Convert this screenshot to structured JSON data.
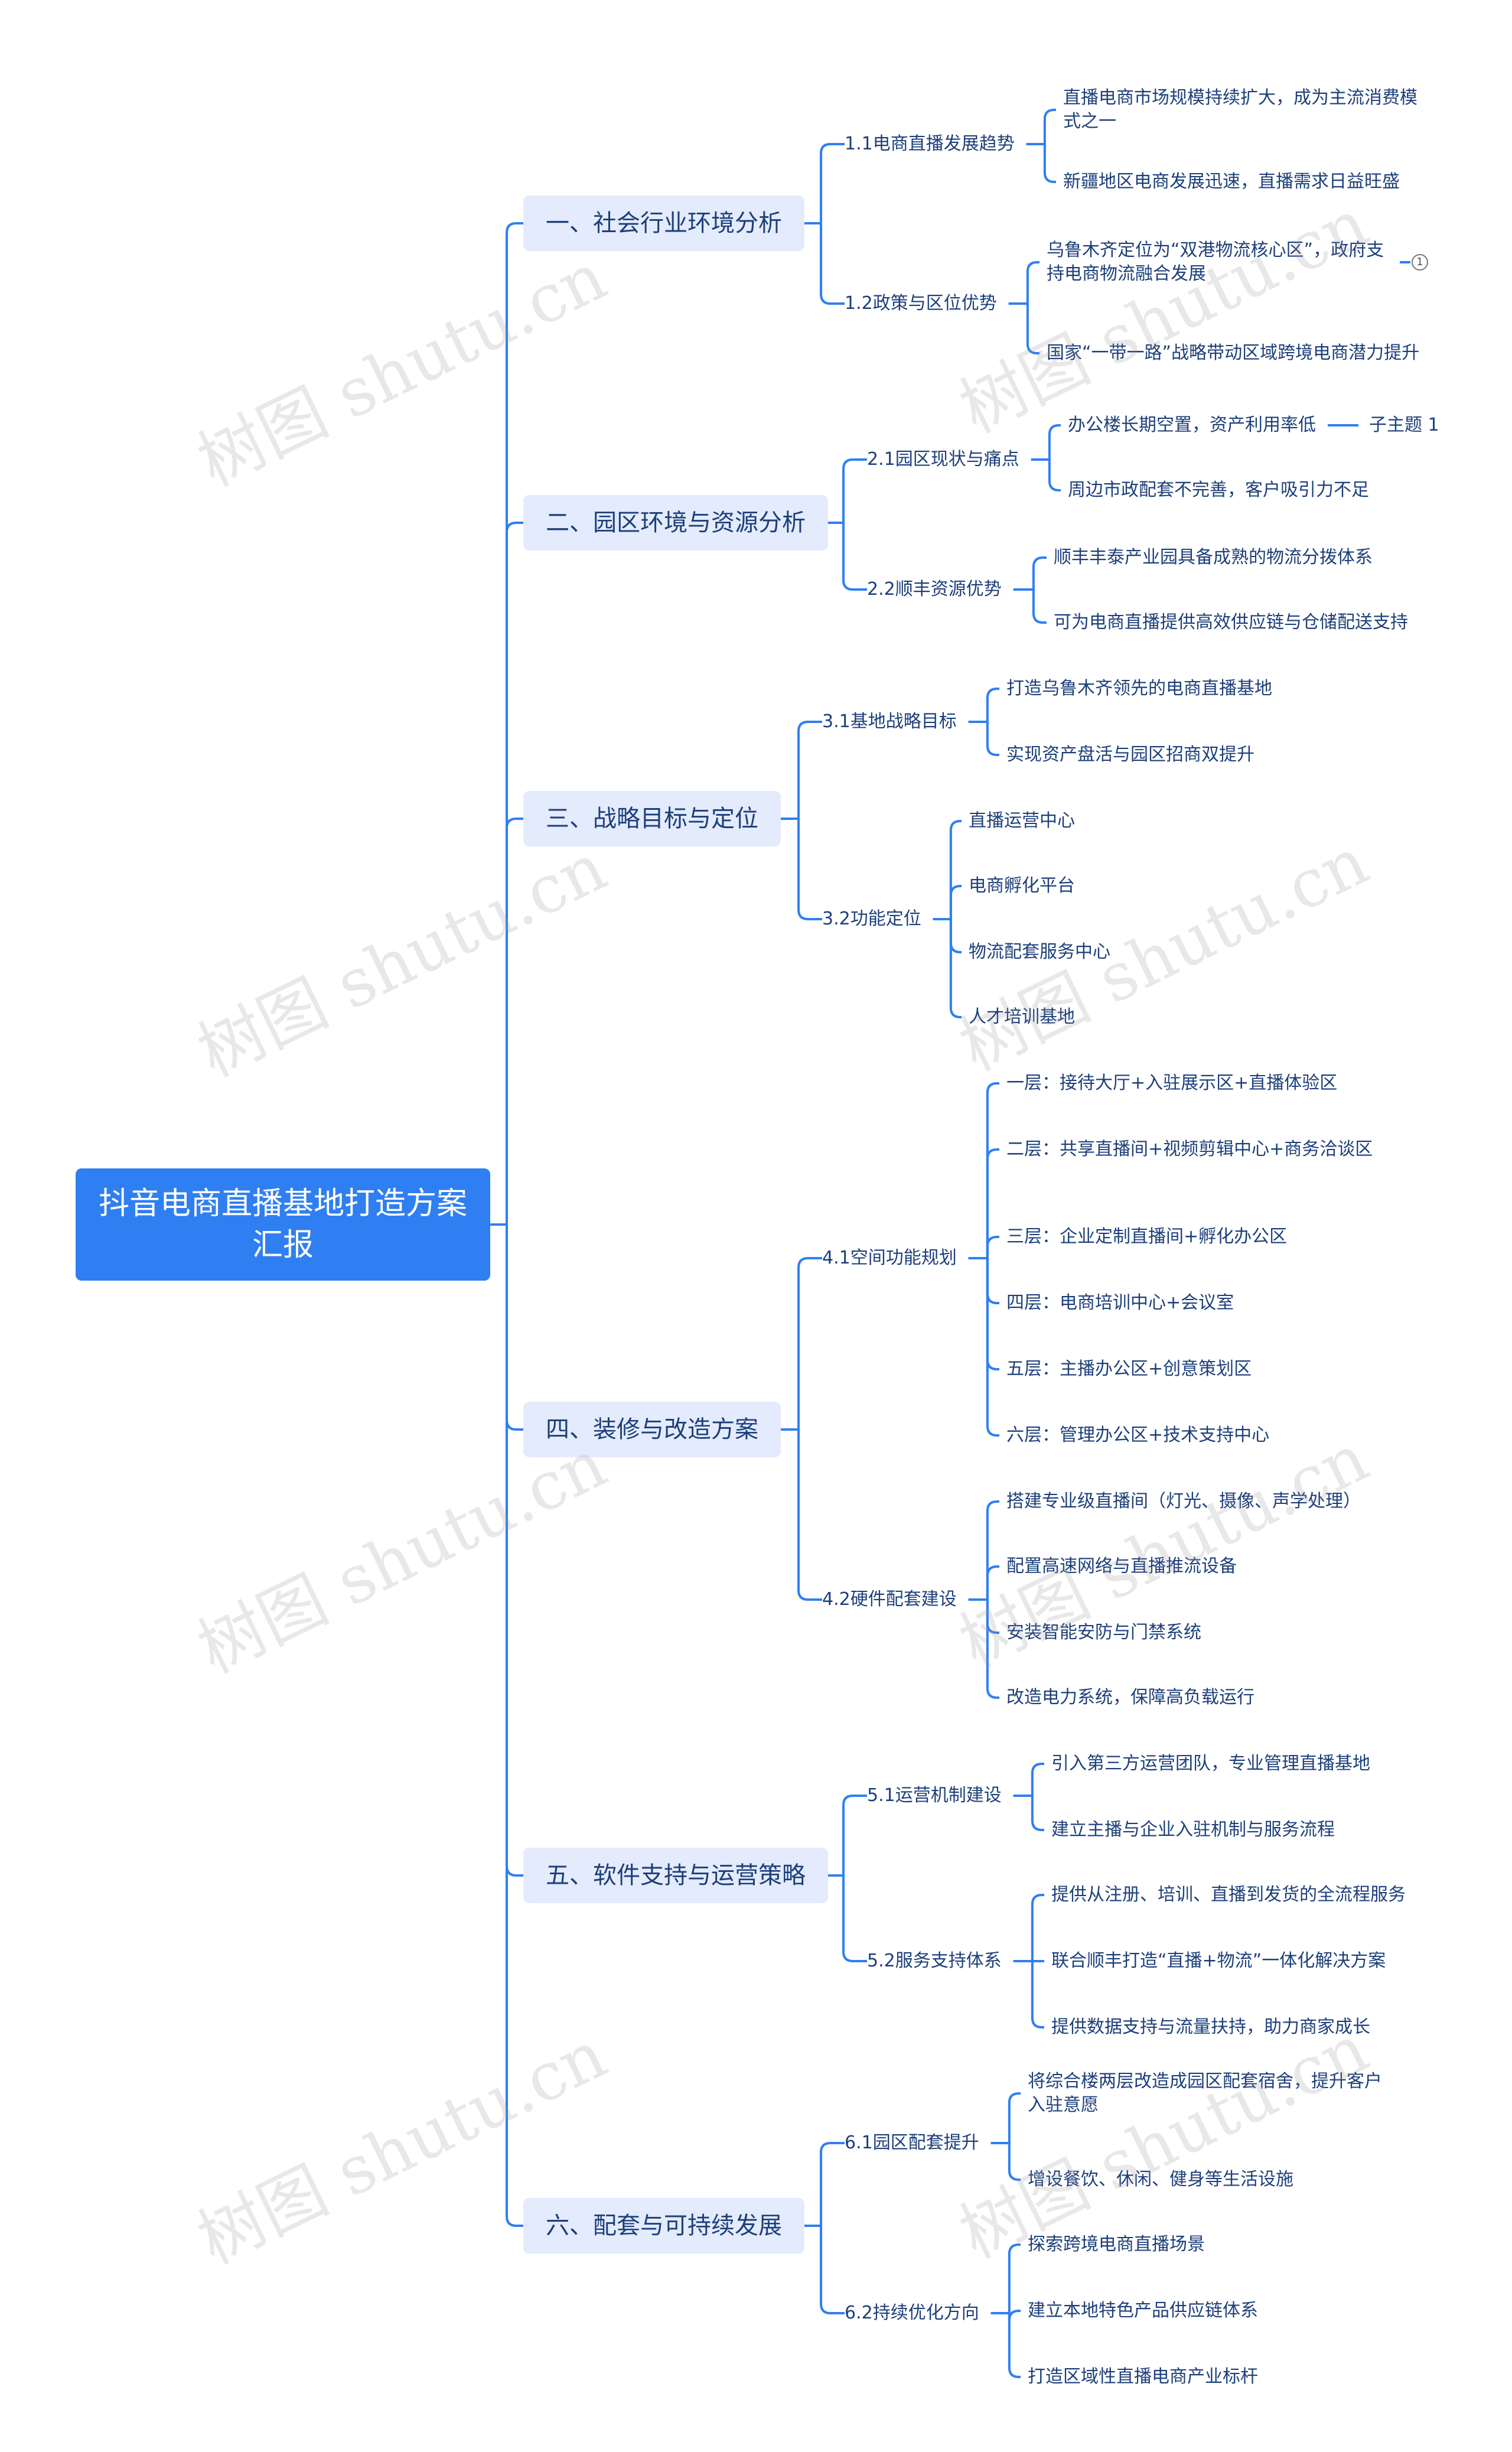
{
  "watermark": "树图 shutu.cn",
  "colors": {
    "root_bg": "#2f7ff2",
    "branch_bg": "#e3ebfc",
    "line": "#2f7ff2",
    "text": "#1d3f7a"
  },
  "root": "抖音电商直播基地打造方案汇报",
  "sections": [
    {
      "title": "一、社会行业环境分析",
      "subs": [
        {
          "title": "1.1电商直播发展趋势",
          "items": [
            {
              "text": "直播电商市场规模持续扩大，成为主流消费模式之一"
            },
            {
              "text": "新疆地区电商发展迅速，直播需求日益旺盛"
            }
          ]
        },
        {
          "title": "1.2政策与区位优势",
          "items": [
            {
              "text": "乌鲁木齐定位为“双港物流核心区”，政府支持电商物流融合发展",
              "badge": "1"
            },
            {
              "text": "国家“一带一路”战略带动区域跨境电商潜力提升"
            }
          ]
        }
      ]
    },
    {
      "title": "二、园区环境与资源分析",
      "subs": [
        {
          "title": "2.1园区现状与痛点",
          "items": [
            {
              "text": "办公楼长期空置，资产利用率低",
              "child": "子主题 1"
            },
            {
              "text": "周边市政配套不完善，客户吸引力不足"
            }
          ]
        },
        {
          "title": "2.2顺丰资源优势",
          "items": [
            {
              "text": "顺丰丰泰产业园具备成熟的物流分拨体系"
            },
            {
              "text": "可为电商直播提供高效供应链与仓储配送支持"
            }
          ]
        }
      ]
    },
    {
      "title": "三、战略目标与定位",
      "subs": [
        {
          "title": "3.1基地战略目标",
          "items": [
            {
              "text": "打造乌鲁木齐领先的电商直播基地"
            },
            {
              "text": "实现资产盘活与园区招商双提升"
            }
          ]
        },
        {
          "title": "3.2功能定位",
          "items": [
            {
              "text": "直播运营中心"
            },
            {
              "text": "电商孵化平台"
            },
            {
              "text": "物流配套服务中心"
            },
            {
              "text": "人才培训基地"
            }
          ]
        }
      ]
    },
    {
      "title": "四、装修与改造方案",
      "subs": [
        {
          "title": "4.1空间功能规划",
          "items": [
            {
              "text": "一层：接待大厅+入驻展示区+直播体验区"
            },
            {
              "text": "二层：共享直播间+视频剪辑中心+商务洽谈区"
            },
            {
              "text": "三层：企业定制直播间+孵化办公区"
            },
            {
              "text": "四层：电商培训中心+会议室"
            },
            {
              "text": "五层：主播办公区+创意策划区"
            },
            {
              "text": "六层：管理办公区+技术支持中心"
            }
          ]
        },
        {
          "title": "4.2硬件配套建设",
          "items": [
            {
              "text": "搭建专业级直播间（灯光、摄像、声学处理）"
            },
            {
              "text": "配置高速网络与直播推流设备"
            },
            {
              "text": "安装智能安防与门禁系统"
            },
            {
              "text": "改造电力系统，保障高负载运行"
            }
          ]
        }
      ]
    },
    {
      "title": "五、软件支持与运营策略",
      "subs": [
        {
          "title": "5.1运营机制建设",
          "items": [
            {
              "text": "引入第三方运营团队，专业管理直播基地"
            },
            {
              "text": "建立主播与企业入驻机制与服务流程"
            }
          ]
        },
        {
          "title": "5.2服务支持体系",
          "items": [
            {
              "text": "提供从注册、培训、直播到发货的全流程服务"
            },
            {
              "text": "联合顺丰打造“直播+物流”一体化解决方案"
            },
            {
              "text": "提供数据支持与流量扶持，助力商家成长"
            }
          ]
        }
      ]
    },
    {
      "title": "六、配套与可持续发展",
      "subs": [
        {
          "title": "6.1园区配套提升",
          "items": [
            {
              "text": "将综合楼两层改造成园区配套宿舍，提升客户入驻意愿"
            },
            {
              "text": "增设餐饮、休闲、健身等生活设施"
            }
          ]
        },
        {
          "title": "6.2持续优化方向",
          "items": [
            {
              "text": "探索跨境电商直播场景"
            },
            {
              "text": "建立本地特色产品供应链体系"
            },
            {
              "text": "打造区域性直播电商产业标杆"
            }
          ]
        }
      ]
    }
  ]
}
